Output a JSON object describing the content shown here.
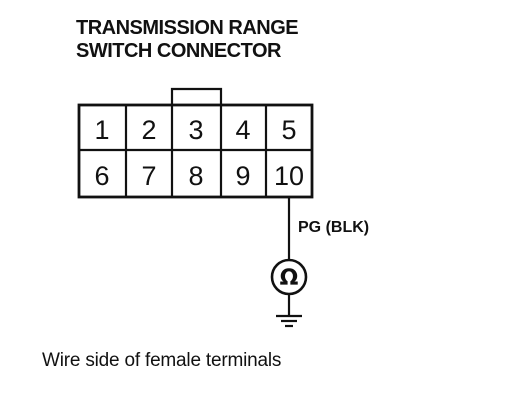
{
  "title": {
    "line1": "TRANSMISSION RANGE",
    "line2": "SWITCH CONNECTOR"
  },
  "connector": {
    "top_row": [
      "1",
      "2",
      "3",
      "4",
      "5"
    ],
    "bottom_row": [
      "6",
      "7",
      "8",
      "9",
      "10"
    ],
    "highlighted_terminal": "10"
  },
  "wire": {
    "label": "PG (BLK)"
  },
  "meter": {
    "symbol": "Ω"
  },
  "caption": "Wire side of female terminals"
}
